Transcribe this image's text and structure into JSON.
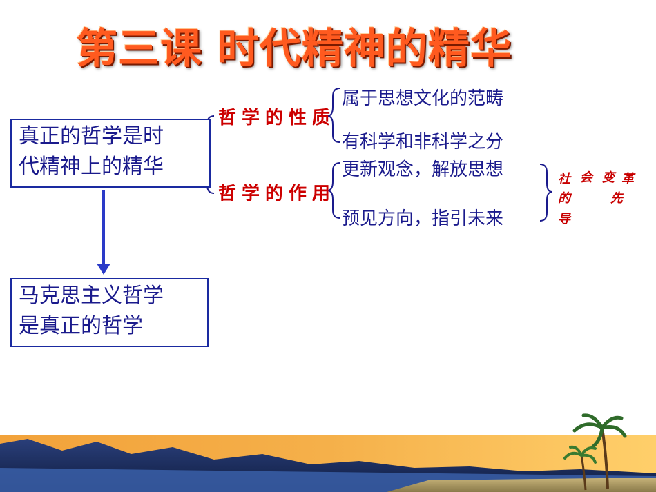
{
  "title": "第三课  时代精神的精华",
  "box1": {
    "line1": "真正的哲学是时",
    "line2": "代精神上的精华"
  },
  "box2": {
    "line1": "马克思主义哲学",
    "line2": "是真正的哲学"
  },
  "categories": [
    {
      "label": "哲学的性质",
      "items": [
        "属于思想文化的范畴",
        "有科学和非科学之分"
      ]
    },
    {
      "label": "哲学的作用",
      "items": [
        "更新观念，解放思想",
        "预见方向，指引未来"
      ]
    }
  ],
  "guide": {
    "c1": "社",
    "c2": "会",
    "c3": "变",
    "c4": "革",
    "c5": "的",
    "c6": "先",
    "c7": "导"
  },
  "colors": {
    "title": "#ff5a1f",
    "box_border": "#1a2aa0",
    "category": "#cc0000",
    "text": "#1a1a8c"
  }
}
